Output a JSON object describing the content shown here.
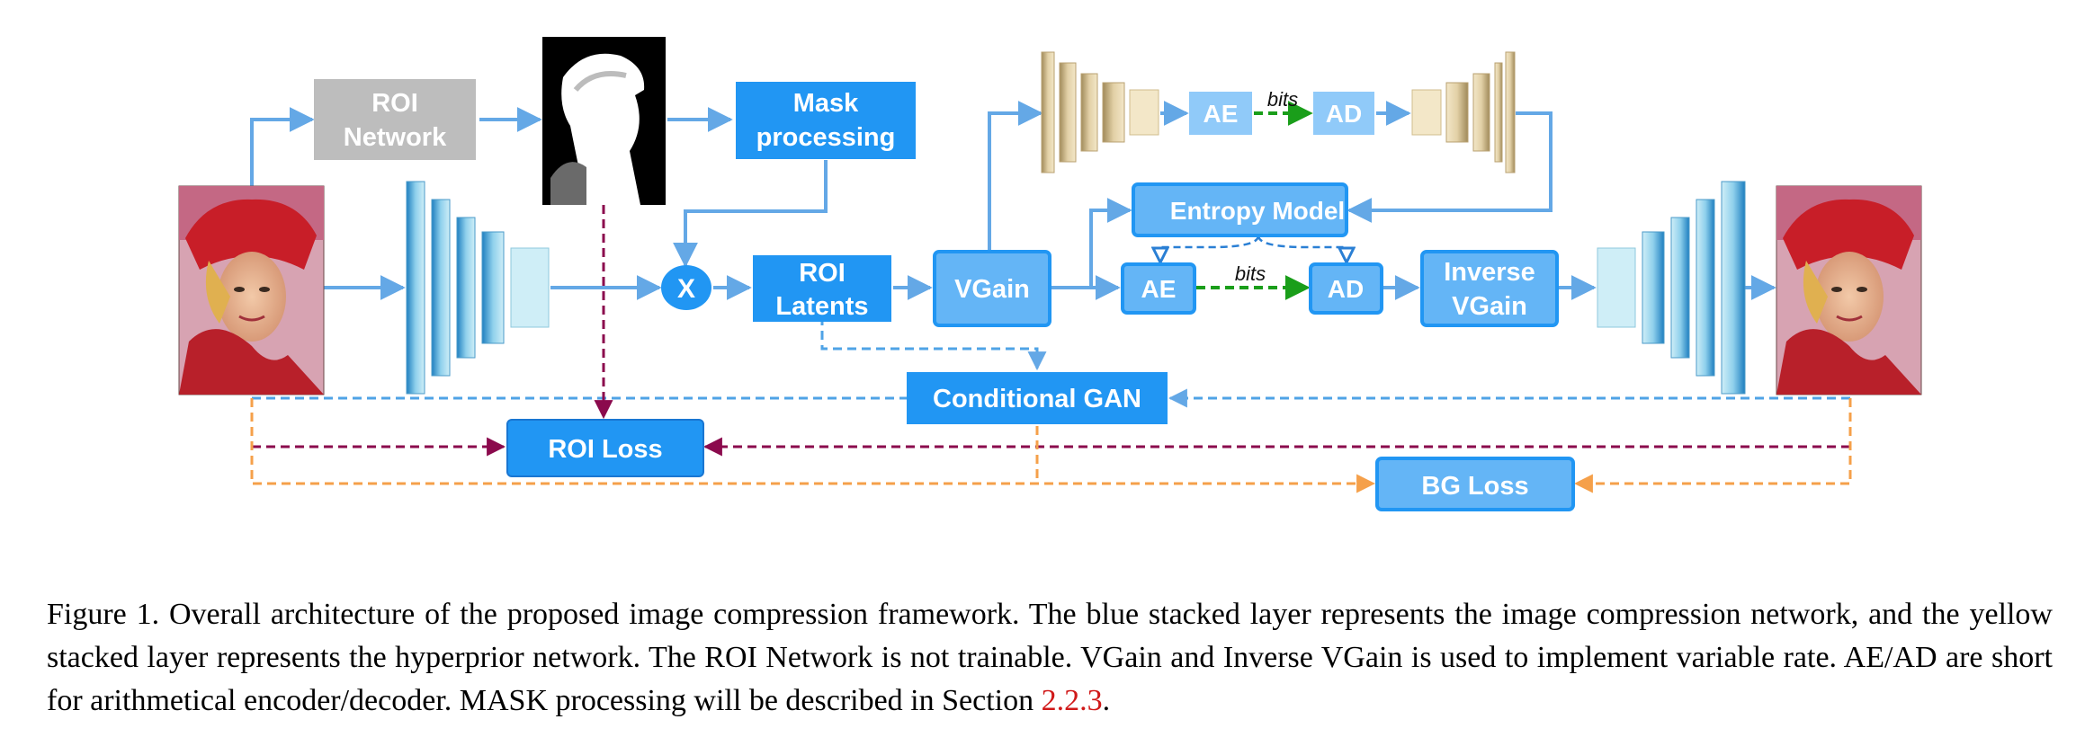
{
  "boxes": {
    "roi_network": [
      "ROI",
      "Network"
    ],
    "mask_processing": [
      "Mask",
      "processing"
    ],
    "multiply": "X",
    "roi_latents": [
      "ROI",
      "Latents"
    ],
    "vgain": "VGain",
    "entropy_model": "Entropy Model",
    "ae_main": "AE",
    "ad_main": "AD",
    "ae_hyper": "AE",
    "ad_hyper": "AD",
    "inverse_vgain": [
      "Inverse",
      "VGain"
    ],
    "conditional_gan": "Conditional GAN",
    "roi_loss": "ROI Loss",
    "bg_loss": "BG Loss"
  },
  "bits_labels": {
    "hyper": "bits",
    "main": "bits"
  },
  "colors": {
    "box_blue": "#2196f3",
    "box_blue_light": "#64b5f6",
    "box_gray": "#bdbdbd",
    "arrow_blue": "#64a8e6",
    "arrow_green": "#1a9e1a",
    "arrow_purple": "#8b0a4d",
    "arrow_orange": "#f5a04a",
    "ref_red": "#d01919"
  },
  "caption": {
    "text": "Figure 1. Overall architecture of the proposed image compression framework. The blue stacked layer represents the image compression network, and the yellow stacked layer represents the hyperprior network. The ROI Network is not trainable. VGain and Inverse VGain is used to implement variable rate. AE/AD are short for arithmetical encoder/decoder. MASK processing will be described in Section ",
    "ref": "2.2.3",
    "end": "."
  }
}
